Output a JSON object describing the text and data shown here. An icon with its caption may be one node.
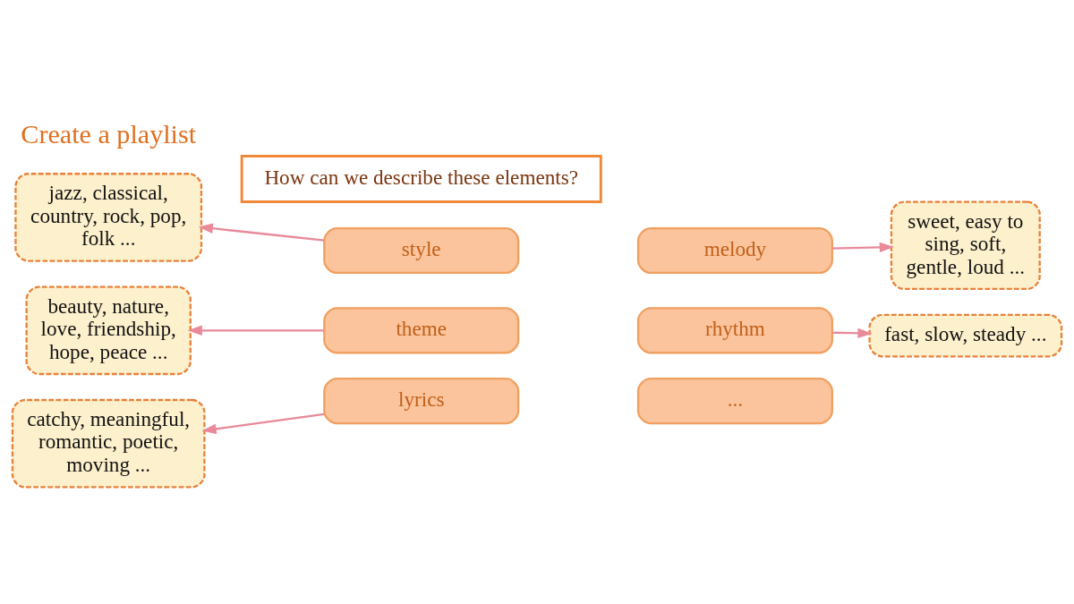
{
  "diagram": {
    "title": "Create a playlist",
    "nodes": [
      {
        "text": [
          "How can we describe these elements?"
        ]
      },
      {
        "text": [
          "style"
        ]
      },
      {
        "text": [
          "melody"
        ]
      },
      {
        "text": [
          "theme"
        ]
      },
      {
        "text": [
          "rhythm"
        ]
      },
      {
        "text": [
          "lyrics"
        ]
      },
      {
        "text": [
          "..."
        ]
      },
      {
        "text": [
          "jazz, classical, country, rock, pop, folk ..."
        ]
      },
      {
        "text": [
          "sweet, easy to sing, soft, gentle, loud ..."
        ]
      },
      {
        "text": [
          "beauty, nature, love, friendship, hope, peace ..."
        ]
      },
      {
        "text": [
          "fast, slow, steady ..."
        ]
      },
      {
        "text": [
          "catchy, meaningful, romantic, poetic, moving ..."
        ]
      }
    ],
    "edges": [
      {
        "from": 1,
        "to": 7,
        "arrow": "to"
      },
      {
        "from": 2,
        "to": 8,
        "arrow": "to"
      },
      {
        "from": 3,
        "to": 9,
        "arrow": "to"
      },
      {
        "from": 4,
        "to": 10,
        "arrow": "to"
      },
      {
        "from": 5,
        "to": 11,
        "arrow": "to"
      }
    ]
  }
}
